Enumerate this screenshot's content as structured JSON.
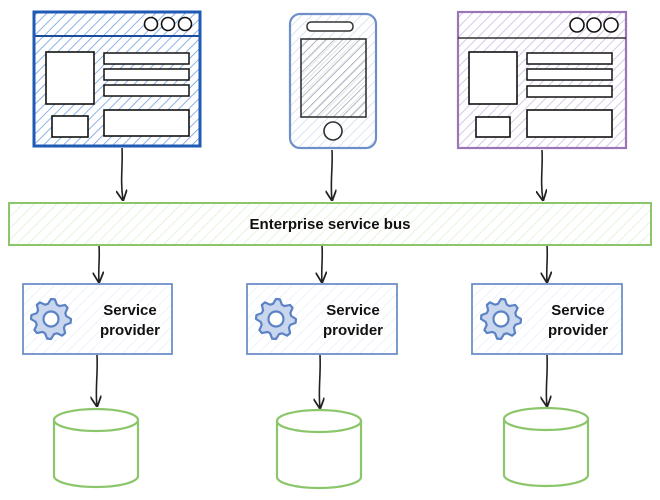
{
  "bus": {
    "label": "Enterprise service bus"
  },
  "providers": [
    {
      "line1": "Service",
      "line2": "provider"
    },
    {
      "line1": "Service",
      "line2": "provider"
    },
    {
      "line1": "Service",
      "line2": "provider"
    }
  ],
  "colors": {
    "browser_blue": "#2d6bc6",
    "phone_blue": "#6f8fc9",
    "browser_purple": "#9a75b8",
    "bus_green": "#8cc66a",
    "provider_blue": "#6f8fc9",
    "gear_blue": "#5b82c4",
    "database_green": "#8cc66a",
    "arrow": "#222222"
  },
  "icons": [
    "browser-window-icon",
    "mobile-phone-icon",
    "gear-icon",
    "database-icon"
  ]
}
